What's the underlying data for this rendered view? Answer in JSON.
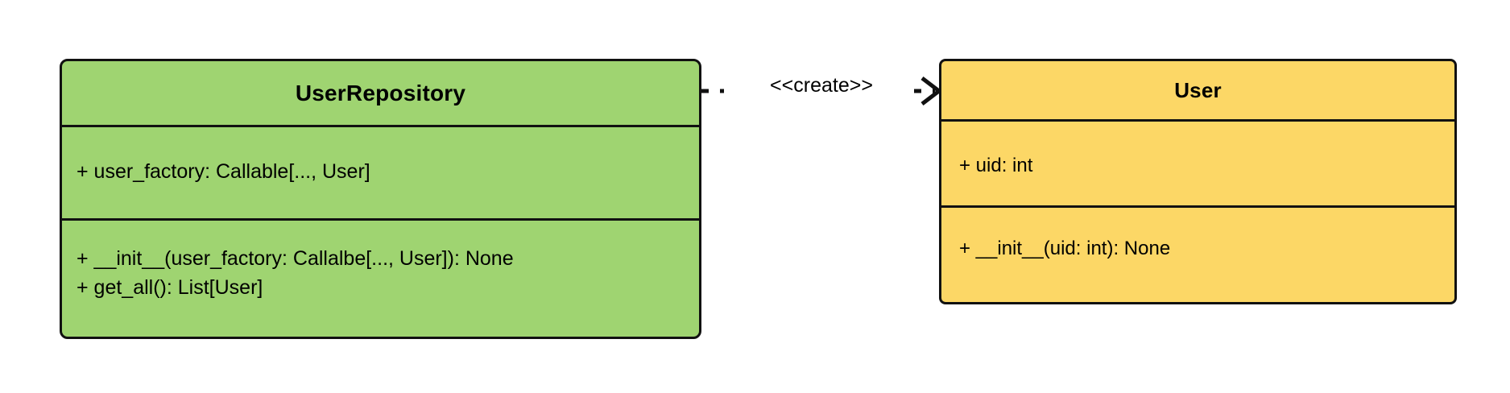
{
  "diagram": {
    "type": "uml-class-diagram",
    "background": "#ffffff",
    "classes": [
      {
        "id": "user-repository",
        "name": "UserRepository",
        "fill": "#9fd471",
        "stroke": "#111111",
        "attributes": [
          "+ user_factory: Callable[..., User]"
        ],
        "methods": [
          "+ __init__(user_factory: Callalbe[..., User]): None",
          "+ get_all(): List[User]"
        ]
      },
      {
        "id": "user",
        "name": "User",
        "fill": "#fcd766",
        "stroke": "#111111",
        "attributes": [
          "+ uid: int"
        ],
        "methods": [
          "+ __init__(uid: int): None"
        ]
      }
    ],
    "relationships": [
      {
        "id": "create-dependency",
        "from": "user-repository",
        "to": "user",
        "stereotype": "<<create>>",
        "line_style": "dashed",
        "arrow_head": "open",
        "direction": "right"
      }
    ]
  }
}
